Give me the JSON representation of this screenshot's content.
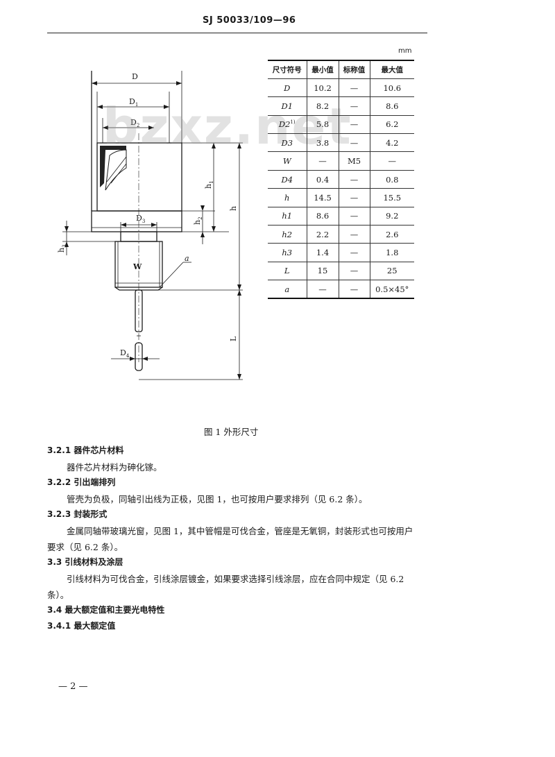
{
  "header": {
    "doc_number": "SJ 50033/109—96"
  },
  "watermark": "bzxz.net",
  "table": {
    "unit": "mm",
    "headers": [
      "尺寸符号",
      "最小值",
      "标称值",
      "最大值"
    ],
    "rows": [
      [
        "D",
        "10.2",
        "—",
        "10.6"
      ],
      [
        "D1",
        "8.2",
        "—",
        "8.6"
      ],
      [
        "D2",
        "5.8",
        "—",
        "6.2"
      ],
      [
        "D3",
        "3.8",
        "—",
        "4.2"
      ],
      [
        "W",
        "—",
        "M5",
        "—"
      ],
      [
        "D4",
        "0.4",
        "—",
        "0.8"
      ],
      [
        "h",
        "14.5",
        "—",
        "15.5"
      ],
      [
        "h1",
        "8.6",
        "—",
        "9.2"
      ],
      [
        "h2",
        "2.2",
        "—",
        "2.6"
      ],
      [
        "h3",
        "1.4",
        "—",
        "1.8"
      ],
      [
        "L",
        "15",
        "—",
        "25"
      ],
      [
        "a",
        "—",
        "—",
        "0.5×45°"
      ]
    ],
    "footnote_mark": "1)"
  },
  "drawing": {
    "labels": {
      "D": "D",
      "D1": "D",
      "D1_sub": "1",
      "D2": "D",
      "D2_sub": "2",
      "D3": "D",
      "D3_sub": "3",
      "D4": "D",
      "D4_sub": "4",
      "W": "W",
      "a": "a",
      "h": "h",
      "h1": "h",
      "h1_sub": "1",
      "h2": "h",
      "h2_sub": "2",
      "h3": "h",
      "h3_sub": "3",
      "L": "L"
    }
  },
  "figure_caption": "图 1   外形尺寸",
  "body": {
    "s321_title": "3.2.1   器件芯片材料",
    "s321_text": "器件芯片材料为砷化镓。",
    "s322_title": "3.2.2   引出端排列",
    "s322_text": "管壳为负极，同轴引出线为正极，见图 1，也可按用户要求排列（见 6.2 条）。",
    "s323_title": "3.2.3   封装形式",
    "s323_text1": "金属同轴带玻璃光窗，见图 1，其中管帽是可伐合金，管座是无氧铜，封装形式也可按用户",
    "s323_text2": "要求（见 6.2 条）。",
    "s33_title": "3.3   引线材料及涂层",
    "s33_text1": "引线材料为可伐合金，引线涂层镀金，如果要求选择引线涂层，应在合同中规定（见 6.2",
    "s33_text2": "条）。",
    "s34_title": "3.4   最大额定值和主要光电特性",
    "s341_title": "3.4.1   最大额定值"
  },
  "footer": {
    "page": "— 2 —"
  }
}
